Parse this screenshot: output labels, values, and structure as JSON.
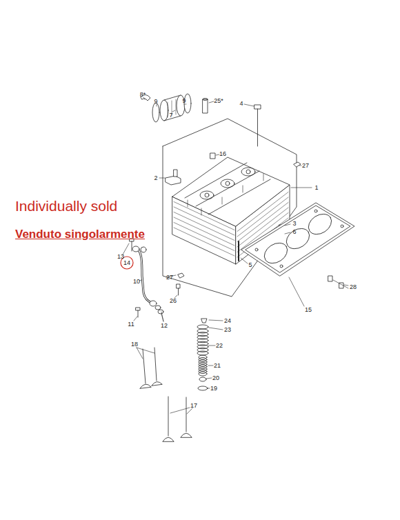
{
  "diagram": {
    "labels": [
      "8*",
      "9",
      "7",
      "9",
      "25*",
      "4",
      "16",
      "27",
      "2",
      "1",
      "Individually sold",
      "Venduto singolarmente",
      "3",
      "6",
      "13",
      "14",
      "5",
      "10",
      "27",
      "26",
      "15",
      "28",
      "24",
      "23",
      "12",
      "11",
      "18",
      "22",
      "21",
      "20",
      "19",
      "17"
    ]
  }
}
